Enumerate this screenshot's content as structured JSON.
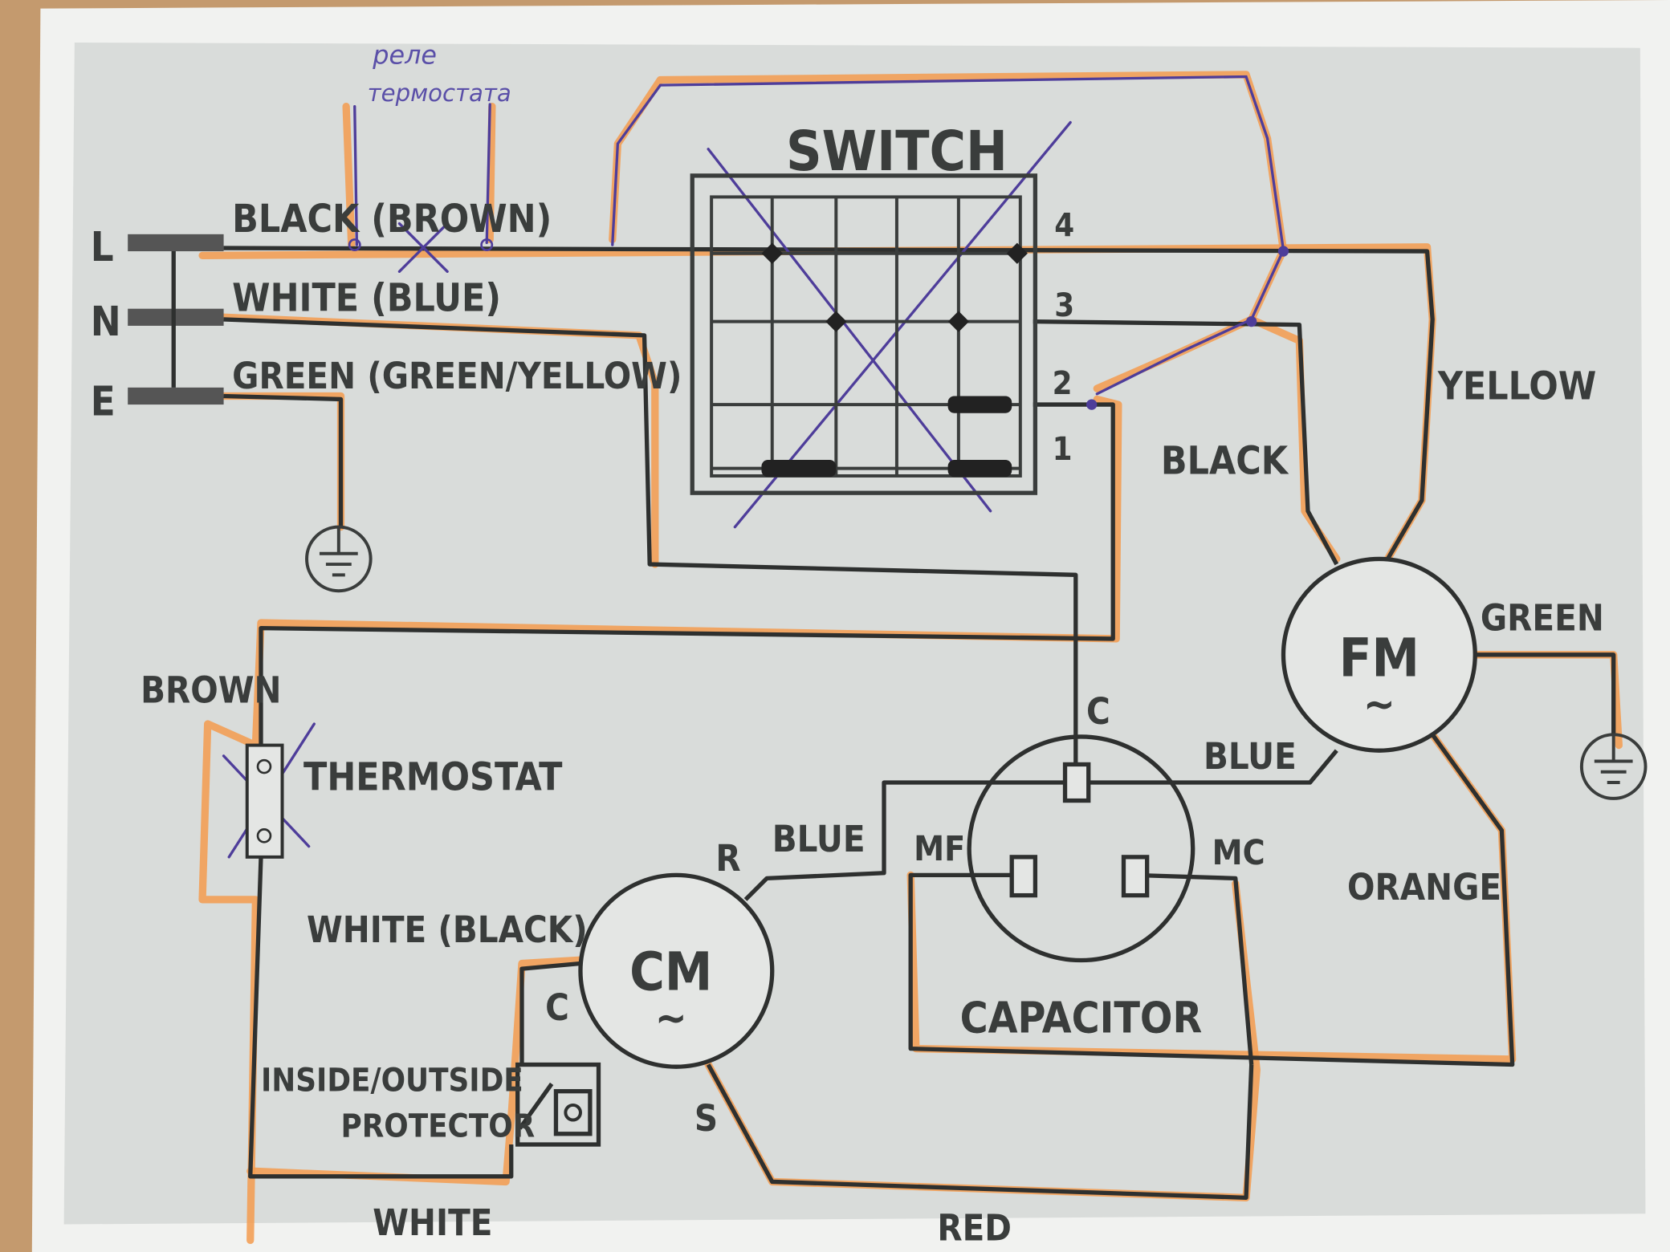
{
  "annotation": {
    "handwritten_line1": "реле",
    "handwritten_line2": "термостата"
  },
  "terminals": {
    "line": "L",
    "neutral": "N",
    "earth": "E"
  },
  "wires": {
    "line_wire": "BLACK (BROWN)",
    "neutral_wire": "WHITE (BLUE)",
    "earth_wire": "GREEN (GREEN/YELLOW)",
    "fan_yellow": "YELLOW",
    "fan_black": "BLACK",
    "fan_green": "GREEN",
    "fan_blue": "BLUE",
    "comp_blue": "BLUE",
    "fan_orange": "ORANGE",
    "thermo_brown": "BROWN",
    "comp_white_black": "WHITE (BLACK)",
    "bottom_white": "WHITE",
    "bottom_red": "RED"
  },
  "switch": {
    "title": "SWITCH",
    "positions": [
      "4",
      "3",
      "2",
      "1"
    ]
  },
  "components": {
    "fan_motor": "FM",
    "fan_motor_symbol": "~",
    "compressor_motor": "CM",
    "compressor_symbol": "~",
    "capacitor": "CAPACITOR",
    "cap_common": "C",
    "cap_fan": "MF",
    "cap_comp": "MC",
    "cm_run": "R",
    "cm_common": "C",
    "cm_start": "S",
    "thermostat": "THERMOSTAT",
    "protector_line1": "INSIDE/OUTSIDE",
    "protector_line2": "PROTECTOR"
  },
  "colors": {
    "highlight": "#f39b4d",
    "pen": "#4e3d9a",
    "ink": "#2e302f"
  }
}
